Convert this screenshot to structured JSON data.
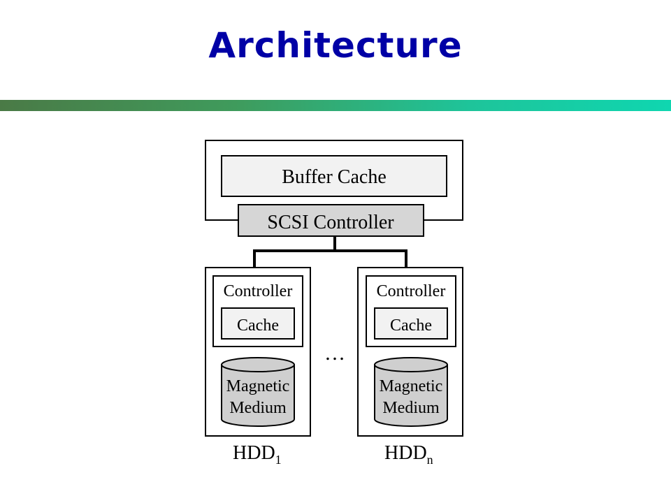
{
  "slide": {
    "title": "Architecture"
  },
  "diagram": {
    "buffer_cache": "Buffer Cache",
    "scsi_controller": "SCSI Controller",
    "ellipsis": "…",
    "drives": [
      {
        "controller": "Controller",
        "cache": "Cache",
        "medium_line1": "Magnetic",
        "medium_line2": "Medium",
        "label": "HDD",
        "subscript": "1"
      },
      {
        "controller": "Controller",
        "cache": "Cache",
        "medium_line1": "Magnetic",
        "medium_line2": "Medium",
        "label": "HDD",
        "subscript": "n"
      }
    ]
  },
  "colors": {
    "title": "#0000a6",
    "box_fill": "#f2f2f2",
    "controller_fill": "#d6d6d6",
    "cylinder_fill": "#cfcfcf"
  }
}
